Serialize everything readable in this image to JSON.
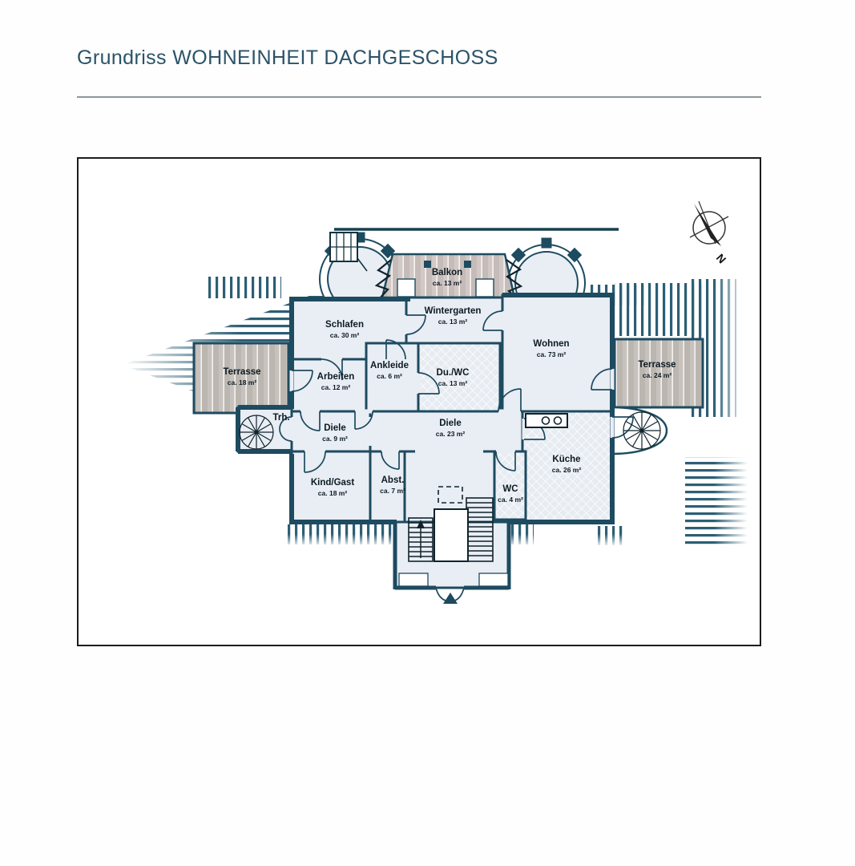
{
  "header": {
    "title": "Grundriss WOHNEINHEIT DACHGESCHOSS"
  },
  "compass": {
    "north_label": "N"
  },
  "rooms": [
    {
      "id": "balkon",
      "name": "Balkon",
      "area": "ca. 13 m²"
    },
    {
      "id": "wintergarten",
      "name": "Wintergarten",
      "area": "ca. 13 m²"
    },
    {
      "id": "schlafen",
      "name": "Schlafen",
      "area": "ca. 30 m²"
    },
    {
      "id": "wohnen",
      "name": "Wohnen",
      "area": "ca. 73 m²"
    },
    {
      "id": "terrasse-links",
      "name": "Terrasse",
      "area": "ca. 18 m²"
    },
    {
      "id": "terrasse-rechts",
      "name": "Terrasse",
      "area": "ca. 24 m²"
    },
    {
      "id": "arbeiten",
      "name": "Arbeiten",
      "area": "ca. 12 m²"
    },
    {
      "id": "ankleide",
      "name": "Ankleide",
      "area": "ca. 6 m²"
    },
    {
      "id": "du-wc",
      "name": "Du./WC",
      "area": "ca. 13 m²"
    },
    {
      "id": "treppenhaus",
      "name": "Trh.",
      "area": ""
    },
    {
      "id": "diele-klein",
      "name": "Diele",
      "area": "ca. 9 m²"
    },
    {
      "id": "diele-gross",
      "name": "Diele",
      "area": "ca. 23 m²"
    },
    {
      "id": "kueche",
      "name": "Küche",
      "area": "ca. 26 m²"
    },
    {
      "id": "kind-gast",
      "name": "Kind/Gast",
      "area": "ca. 18 m²"
    },
    {
      "id": "abstellraum",
      "name": "Abst.",
      "area": "ca. 7 m²"
    },
    {
      "id": "wc",
      "name": "WC",
      "area": "ca. 4 m²"
    }
  ],
  "colors": {
    "title_text": "#2b5369",
    "wall": "#1d4b60",
    "room_fill": "#e9edf4",
    "tile_fill": "#e7ecf2",
    "terrace_fill": "#c7c2bd",
    "balcony_fill": "#d2c9c6",
    "roof_hatch": "#2c5e75"
  }
}
